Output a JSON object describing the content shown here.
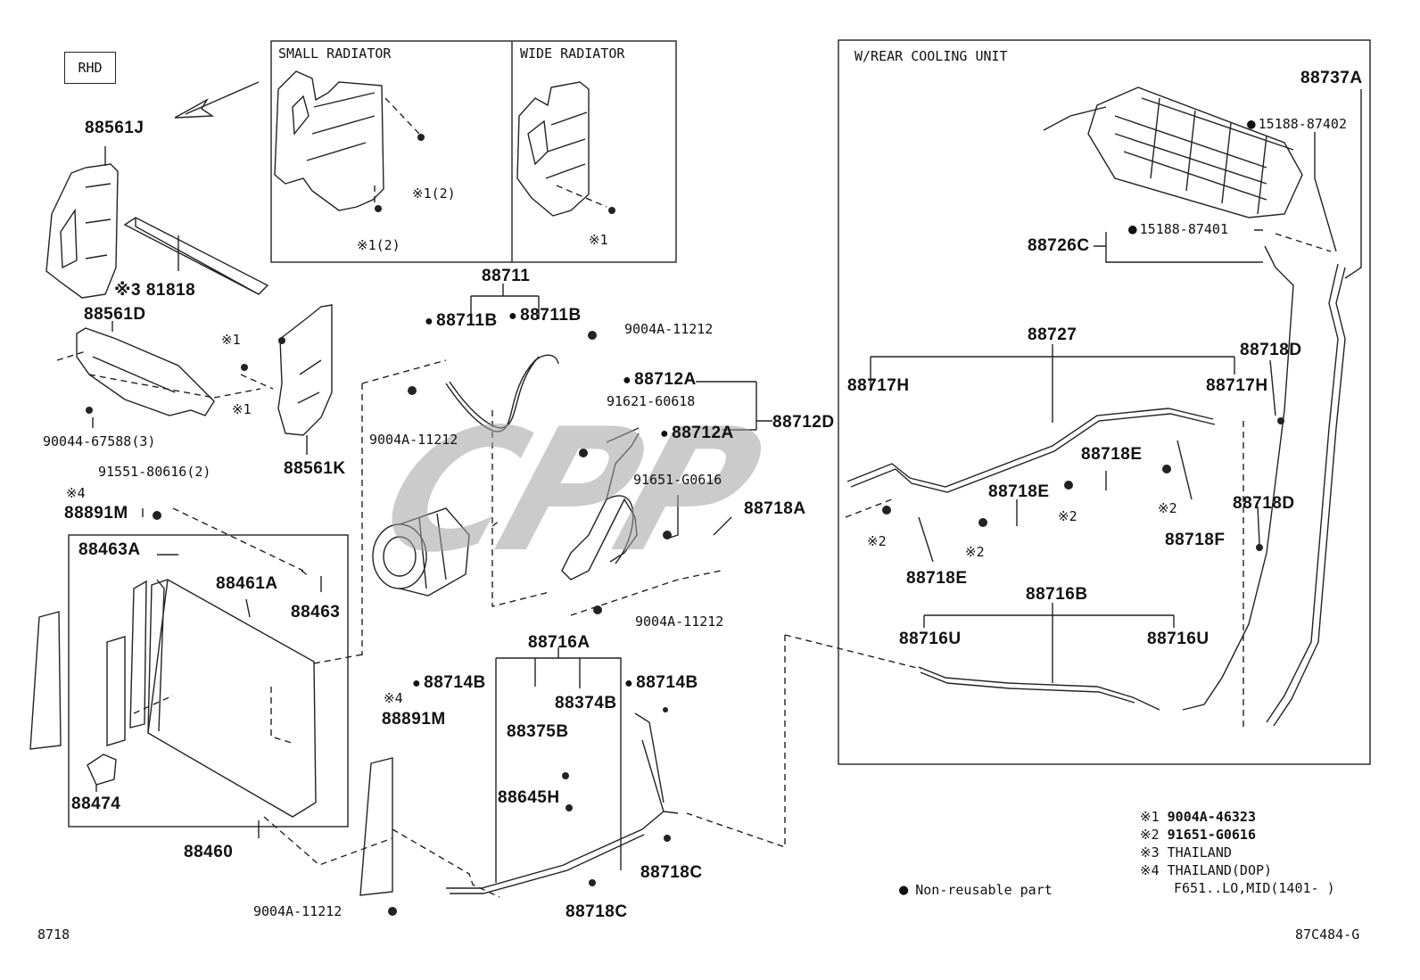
{
  "header": {
    "rhd": "RHD"
  },
  "boxes": {
    "small_radiator": "SMALL RADIATOR",
    "wide_radiator": "WIDE RADIATOR",
    "rear_cooling": "W/REAR COOLING UNIT"
  },
  "watermark": "CPP",
  "labels": {
    "p88561J": "88561J",
    "p81818": "※3 81818",
    "p88561D": "88561D",
    "p90044": "90044-67588(3)",
    "p91551": "91551-80616(2)",
    "p88561K": "88561K",
    "note4a": "※4",
    "p88891M_a": "88891M",
    "p88463A": "88463A",
    "p88461A": "88461A",
    "p88463": "88463",
    "p88474": "88474",
    "p88460": "88460",
    "p88711": "88711",
    "p88711B_a": "88711B",
    "p88711B_b": "88711B",
    "p9004A_a": "9004A-11212",
    "p9004A_b": "9004A-11212",
    "p88712A_a": "88712A",
    "p91621": "91621-60618",
    "p88712A_b": "88712A",
    "p88712D": "88712D",
    "p91651": "91651-G0616",
    "p88718A": "88718A",
    "p9004A_c": "9004A-11212",
    "p88716A": "88716A",
    "p88714B_a": "88714B",
    "p88714B_b": "88714B",
    "p88374B": "88374B",
    "p88375B": "88375B",
    "p88645H": "88645H",
    "note4b": "※4",
    "p88891M_b": "88891M",
    "p88718C_a": "88718C",
    "p88718C_b": "88718C",
    "p9004A_d": "9004A-11212",
    "p88737A": "88737A",
    "p15188_a": "15188-87402",
    "p88726C": "88726C",
    "p15188_b": "15188-87401",
    "p88727": "88727",
    "p88717H_a": "88717H",
    "p88717H_b": "88717H",
    "p88718D_a": "88718D",
    "p88718D_b": "88718D",
    "p88718E_a": "88718E",
    "p88718E_b": "88718E",
    "p88718E_c": "88718E",
    "p88718F": "88718F",
    "p88716B": "88716B",
    "p88716U_a": "88716U",
    "p88716U_b": "88716U",
    "mk1a": "※1(2)",
    "mk1b": "※1(2)",
    "mk1c": "※1",
    "mk1d": "※1",
    "mk2a": "※2",
    "mk2b": "※2",
    "mk2c": "※2",
    "mk2d": "※2"
  },
  "legend": {
    "text": "Non-reusable part"
  },
  "notes": [
    {
      "mark": "※1",
      "text": "9004A-46323"
    },
    {
      "mark": "※2",
      "text": "91651-G0616"
    },
    {
      "mark": "※3",
      "text": "THAILAND"
    },
    {
      "mark": "※4",
      "text": "THAILAND(DOP)"
    },
    {
      "mark": "",
      "text": "F651..LO,MID(1401-     )"
    }
  ],
  "footer": {
    "left": "8718",
    "right": "87C484-G"
  }
}
